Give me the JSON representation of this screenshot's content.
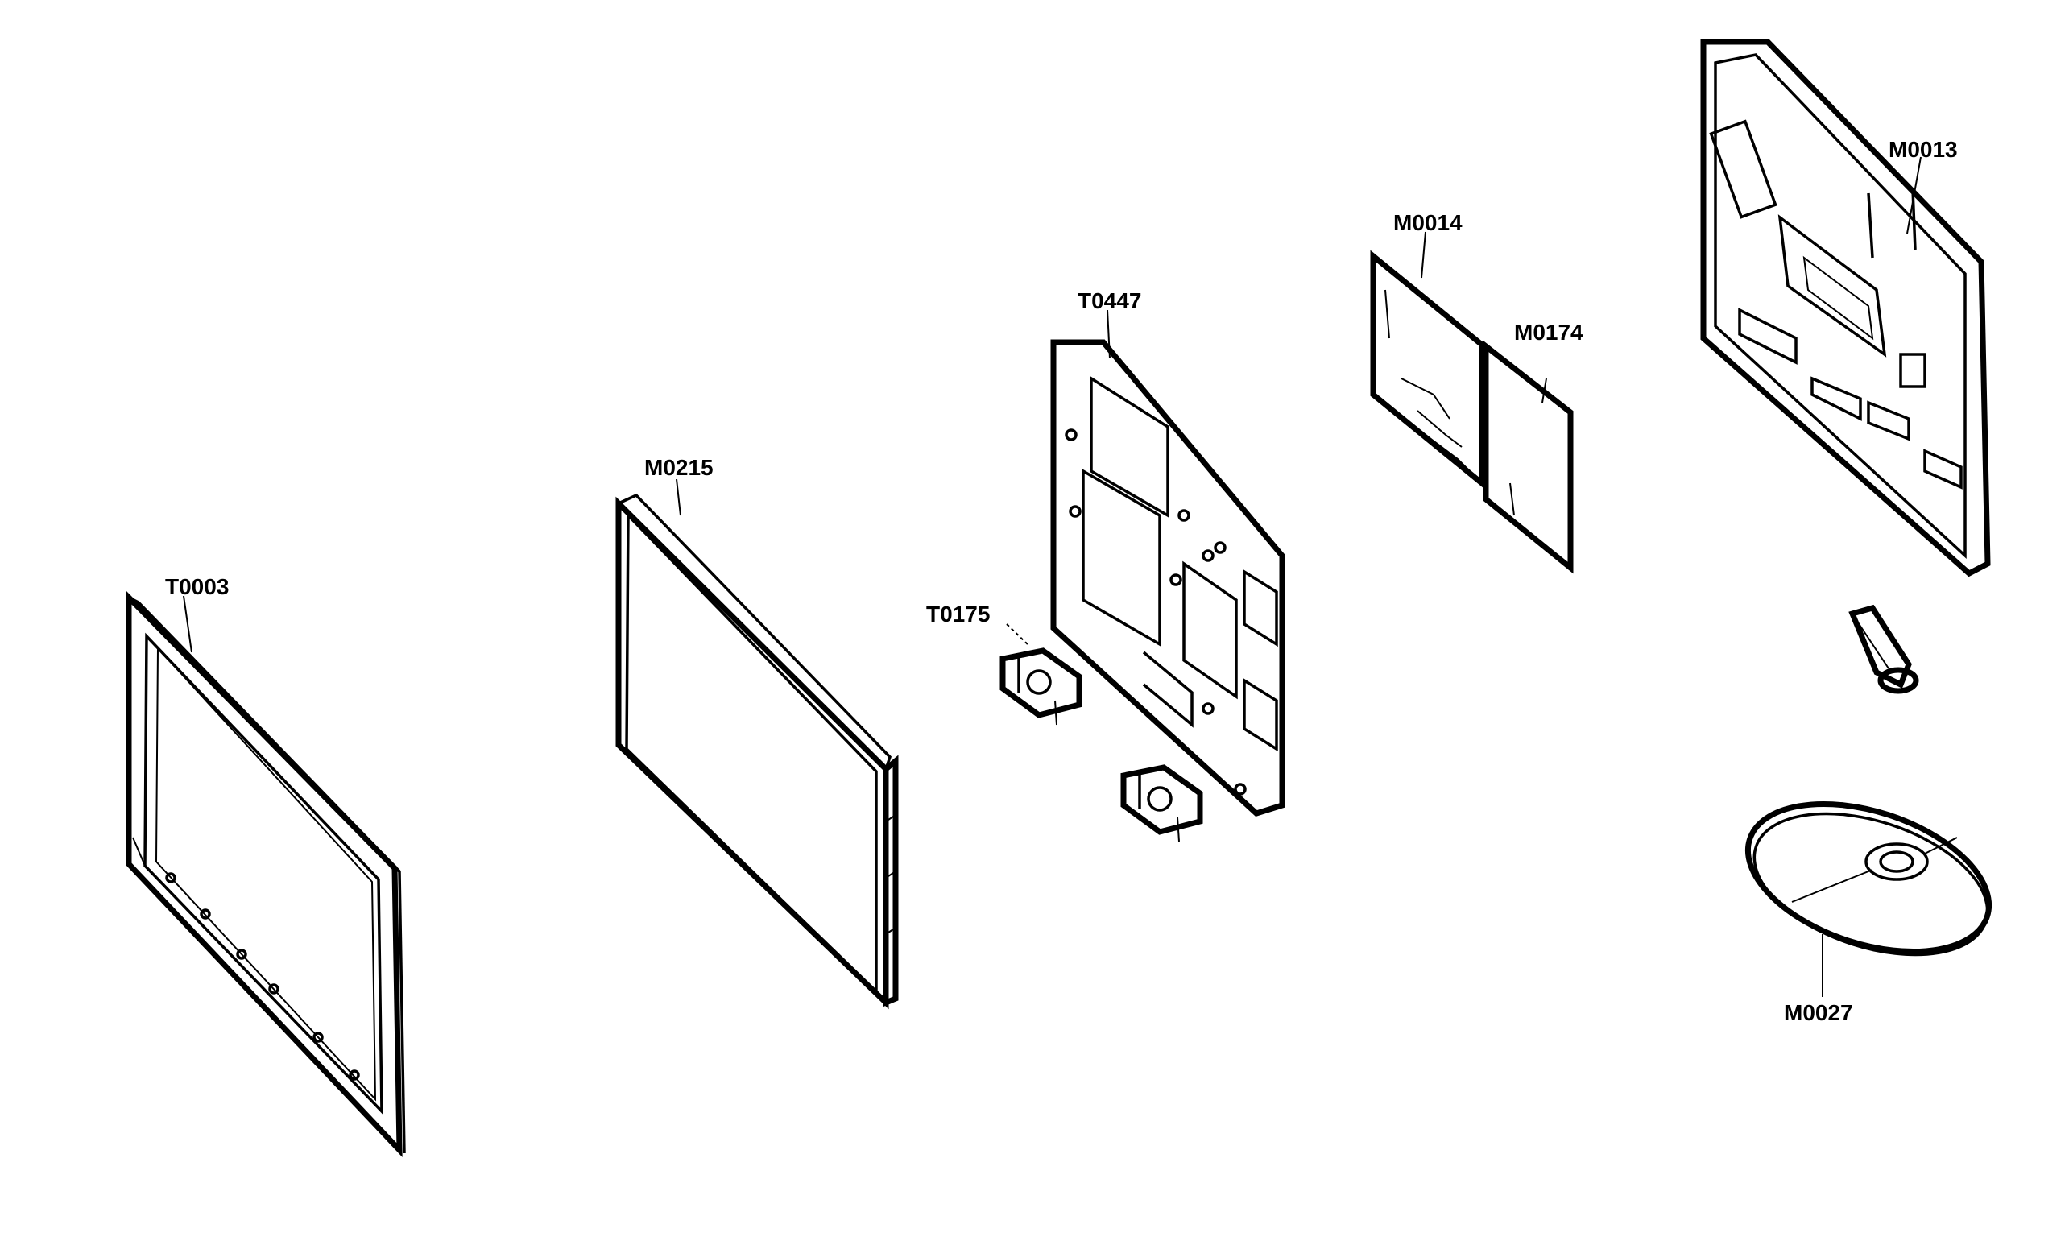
{
  "diagram": {
    "parts": [
      {
        "id": "T0003",
        "label": "T0003"
      },
      {
        "id": "M0215",
        "label": "M0215"
      },
      {
        "id": "T0175",
        "label": "T0175"
      },
      {
        "id": "T0447",
        "label": "T0447"
      },
      {
        "id": "M0014",
        "label": "M0014"
      },
      {
        "id": "M0174",
        "label": "M0174"
      },
      {
        "id": "M0013",
        "label": "M0013"
      },
      {
        "id": "M0027",
        "label": "M0027"
      }
    ]
  },
  "colors": {
    "line": "#000000",
    "background": "#ffffff"
  }
}
